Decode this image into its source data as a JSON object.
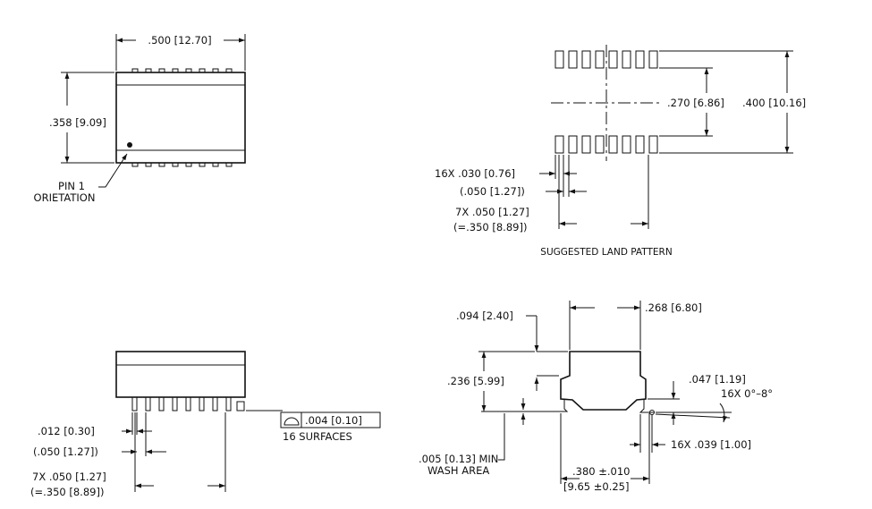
{
  "top_view": {
    "width_dim": ".500 [12.70]",
    "height_dim": ".358 [9.09]",
    "pin1_line1": "PIN 1",
    "pin1_line2": "ORIETATION"
  },
  "land_pattern": {
    "inner_dim": ".270 [6.86]",
    "outer_dim": ".400 [10.16]",
    "pad_width": "16X .030 [0.76]",
    "pad_pitch": "(.050 [1.27])",
    "span_line1": "7X .050 [1.27]",
    "span_line2": "(=.350 [8.89])",
    "caption": "SUGGESTED LAND PATTERN"
  },
  "side_view": {
    "lead_width": ".012 [0.30]",
    "lead_pitch": "(.050 [1.27])",
    "span_line1": "7X .050 [1.27]",
    "span_line2": "(=.350 [8.89])",
    "flatness_value": ".004 [0.10]",
    "flatness_note": "16 SURFACES"
  },
  "end_view": {
    "top_height": ".094 [2.40]",
    "top_width": ".268 [6.80]",
    "body_height": ".236 [5.99]",
    "standoff": ".047 [1.19]",
    "lead_angle": "16X 0°–8°",
    "foot_length": "16X .039 [1.00]",
    "wash_line1": ".005 [0.13] MIN",
    "wash_line2": "WASH AREA",
    "span_line1": ".380 ±.010",
    "span_line2": "[9.65 ±0.25]"
  }
}
